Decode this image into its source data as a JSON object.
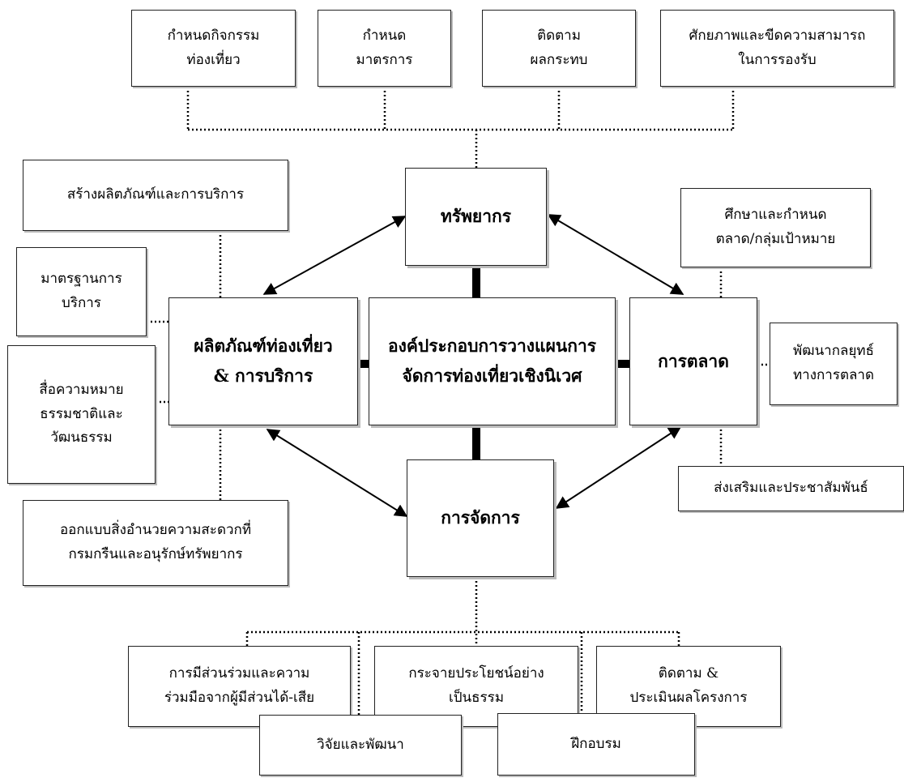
{
  "nodes": {
    "top_activities": {
      "line1": "กำหนดกิจกรรม",
      "line2": "ท่องเที่ยว"
    },
    "top_measures": {
      "line1": "กำหนด",
      "line2": "มาตรการ"
    },
    "top_monitor": {
      "line1": "ติดตาม",
      "line2": "ผลกระทบ"
    },
    "top_capacity": {
      "line1": "ศักยภาพและขีดความสามารถ",
      "line2": "ในการรองรับ"
    },
    "create_products": {
      "line1": "สร้างผลิตภัณฑ์และการบริการ"
    },
    "resources": {
      "line1": "ทรัพยากร"
    },
    "study_market": {
      "line1": "ศึกษาและกำหนด",
      "line2": "ตลาด/กลุ่มเป้าหมาย"
    },
    "service_standard": {
      "line1": "มาตรฐานการ",
      "line2": "บริการ"
    },
    "products": {
      "line1": "ผลิตภัณฑ์ท่องเที่ยว",
      "line2": "& การบริการ"
    },
    "core": {
      "line1": "องค์ประกอบการวางแผนการ",
      "line2": "จัดการท่องเที่ยวเชิงนิเวศ"
    },
    "marketing": {
      "line1": "การตลาด"
    },
    "strategy": {
      "line1": "พัฒนากลยุทธ์",
      "line2": "ทางการตลาด"
    },
    "interpretation": {
      "line1": "สื่อความหมาย",
      "line2": "ธรรมชาติและ",
      "line3": "วัฒนธรรม"
    },
    "promotion": {
      "line1": "ส่งเสริมและประชาสัมพันธ์"
    },
    "facilities": {
      "line1": "ออกแบบสิ่งอำนวยความสะดวกที่",
      "line2": "กรมกรืนและอนุรักษ์ทรัพยากร"
    },
    "management": {
      "line1": "การจัดการ"
    },
    "participation": {
      "line1": "การมีส่วนร่วมและความ",
      "line2": "ร่วมมือจากผู้มีส่วนได้-เสีย"
    },
    "benefit": {
      "line1": "กระจายประโยชน์อย่าง",
      "line2": "เป็นธรรม"
    },
    "evaluation": {
      "line1": "ติดตาม &",
      "line2": "ประเมินผลโครงการ"
    },
    "research": {
      "line1": "วิจัยและพัฒนา"
    },
    "training": {
      "line1": "ฝึกอบรม"
    }
  },
  "colors": {
    "line": "#000000",
    "border": "#222222",
    "shadow": "#bbbbbb"
  }
}
